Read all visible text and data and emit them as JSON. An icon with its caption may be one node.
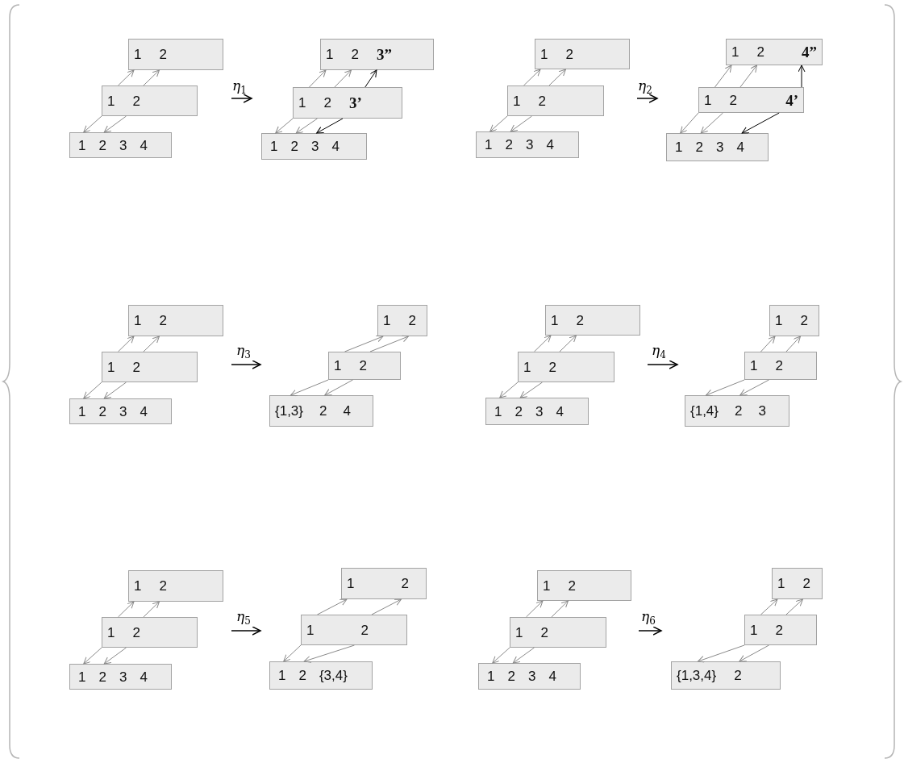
{
  "diagram": {
    "nodes": [
      {
        "text": [
          "1",
          "2"
        ]
      },
      {
        "text": [
          "1",
          "2"
        ]
      },
      {
        "text": [
          "1",
          "2",
          "3",
          "4"
        ]
      },
      {
        "text": [
          "1",
          "2",
          "3”"
        ]
      },
      {
        "text": [
          "1",
          "2",
          "3’"
        ]
      },
      {
        "text": [
          "1",
          "2",
          "3",
          "4"
        ]
      },
      {
        "text": [
          "1",
          "2"
        ]
      },
      {
        "text": [
          "1",
          "2"
        ]
      },
      {
        "text": [
          "1",
          "2",
          "3",
          "4"
        ]
      },
      {
        "text": [
          "1",
          "2",
          "4”"
        ]
      },
      {
        "text": [
          "1",
          "2",
          "4’"
        ]
      },
      {
        "text": [
          "1",
          "2",
          "3",
          "4"
        ]
      },
      {
        "text": [
          "1",
          "2"
        ]
      },
      {
        "text": [
          "1",
          "2"
        ]
      },
      {
        "text": [
          "1",
          "2",
          "3",
          "4"
        ]
      },
      {
        "text": [
          "1",
          "2"
        ]
      },
      {
        "text": [
          "1",
          "2"
        ]
      },
      {
        "text": [
          "{1,3}",
          "2",
          "4"
        ]
      },
      {
        "text": [
          "1",
          "2"
        ]
      },
      {
        "text": [
          "1",
          "2"
        ]
      },
      {
        "text": [
          "1",
          "2",
          "3",
          "4"
        ]
      },
      {
        "text": [
          "1",
          "2"
        ]
      },
      {
        "text": [
          "1",
          "2"
        ]
      },
      {
        "text": [
          "{1,4}",
          "2",
          "3"
        ]
      },
      {
        "text": [
          "1",
          "2"
        ]
      },
      {
        "text": [
          "1",
          "2"
        ]
      },
      {
        "text": [
          "1",
          "2",
          "3",
          "4"
        ]
      },
      {
        "text": [
          "1",
          "2"
        ]
      },
      {
        "text": [
          "1",
          "2"
        ]
      },
      {
        "text": [
          "1",
          "2",
          "{3,4}"
        ]
      },
      {
        "text": [
          "1",
          "2"
        ]
      },
      {
        "text": [
          "1",
          "2"
        ]
      },
      {
        "text": [
          "1",
          "2",
          "3",
          "4"
        ]
      },
      {
        "text": [
          "1",
          "2"
        ]
      },
      {
        "text": [
          "1",
          "2"
        ]
      },
      {
        "text": [
          "{1,3,4}",
          "2"
        ]
      }
    ],
    "edges": [
      {
        "from": 1,
        "to": 0,
        "arrow": "to"
      },
      {
        "from": 1,
        "to": 0,
        "arrow": "to"
      },
      {
        "from": 1,
        "to": 2,
        "arrow": "to"
      },
      {
        "from": 1,
        "to": 2,
        "arrow": "to"
      },
      {
        "from": 4,
        "to": 3,
        "arrow": "to"
      },
      {
        "from": 4,
        "to": 3,
        "arrow": "to"
      },
      {
        "from": 4,
        "to": 5,
        "arrow": "to"
      },
      {
        "from": 4,
        "to": 5,
        "arrow": "to"
      },
      {
        "from": 4,
        "to": 3,
        "arrow": "to",
        "color": "#000000"
      },
      {
        "from": 4,
        "to": 5,
        "arrow": "to",
        "color": "#000000"
      },
      {
        "from": 7,
        "to": 6,
        "arrow": "to"
      },
      {
        "from": 7,
        "to": 6,
        "arrow": "to"
      },
      {
        "from": 7,
        "to": 8,
        "arrow": "to"
      },
      {
        "from": 7,
        "to": 8,
        "arrow": "to"
      },
      {
        "from": 10,
        "to": 9,
        "arrow": "to"
      },
      {
        "from": 10,
        "to": 9,
        "arrow": "to"
      },
      {
        "from": 10,
        "to": 11,
        "arrow": "to"
      },
      {
        "from": 10,
        "to": 11,
        "arrow": "to"
      },
      {
        "from": 10,
        "to": 9,
        "arrow": "to",
        "color": "#000000"
      },
      {
        "from": 10,
        "to": 11,
        "arrow": "to",
        "color": "#000000"
      },
      {
        "from": 13,
        "to": 12,
        "arrow": "to"
      },
      {
        "from": 13,
        "to": 12,
        "arrow": "to"
      },
      {
        "from": 13,
        "to": 14,
        "arrow": "to"
      },
      {
        "from": 13,
        "to": 14,
        "arrow": "to"
      },
      {
        "from": 16,
        "to": 15,
        "arrow": "to"
      },
      {
        "from": 16,
        "to": 15,
        "arrow": "to"
      },
      {
        "from": 16,
        "to": 17,
        "arrow": "to"
      },
      {
        "from": 16,
        "to": 17,
        "arrow": "to"
      },
      {
        "from": 19,
        "to": 18,
        "arrow": "to"
      },
      {
        "from": 19,
        "to": 18,
        "arrow": "to"
      },
      {
        "from": 19,
        "to": 20,
        "arrow": "to"
      },
      {
        "from": 19,
        "to": 20,
        "arrow": "to"
      },
      {
        "from": 22,
        "to": 21,
        "arrow": "to"
      },
      {
        "from": 22,
        "to": 21,
        "arrow": "to"
      },
      {
        "from": 22,
        "to": 23,
        "arrow": "to"
      },
      {
        "from": 22,
        "to": 23,
        "arrow": "to"
      },
      {
        "from": 25,
        "to": 24,
        "arrow": "to"
      },
      {
        "from": 25,
        "to": 24,
        "arrow": "to"
      },
      {
        "from": 25,
        "to": 26,
        "arrow": "to"
      },
      {
        "from": 25,
        "to": 26,
        "arrow": "to"
      },
      {
        "from": 28,
        "to": 27,
        "arrow": "to"
      },
      {
        "from": 28,
        "to": 27,
        "arrow": "to"
      },
      {
        "from": 28,
        "to": 29,
        "arrow": "to"
      },
      {
        "from": 28,
        "to": 29,
        "arrow": "to"
      },
      {
        "from": 31,
        "to": 30,
        "arrow": "to"
      },
      {
        "from": 31,
        "to": 30,
        "arrow": "to"
      },
      {
        "from": 31,
        "to": 32,
        "arrow": "to"
      },
      {
        "from": 31,
        "to": 32,
        "arrow": "to"
      },
      {
        "from": 34,
        "to": 33,
        "arrow": "to"
      },
      {
        "from": 34,
        "to": 33,
        "arrow": "to"
      },
      {
        "from": 34,
        "to": 35,
        "arrow": "to"
      },
      {
        "from": 34,
        "to": 35,
        "arrow": "to"
      }
    ],
    "labels": [
      "η$_{1}$",
      "η$_{2}$",
      "η$_{3}$",
      "η$_{4}$",
      "η$_{5}$",
      "η$_{6}$"
    ]
  }
}
